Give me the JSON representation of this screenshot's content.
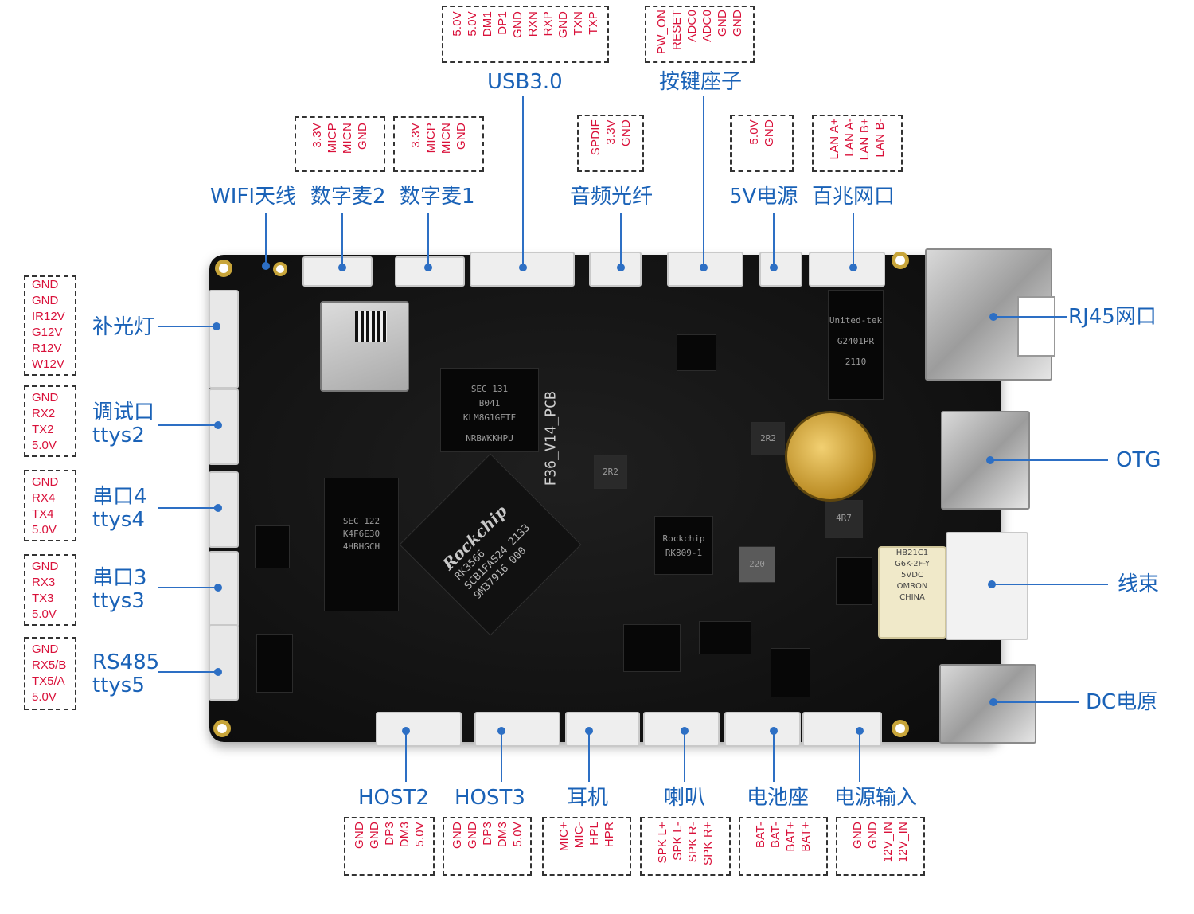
{
  "board": {
    "pcb_name": "F36_V14_PCB",
    "soc_brand": "Rockchip",
    "soc_model": "RK3566",
    "soc_code": "SCB1FAS24 2133",
    "soc_lot": "9M37916 000",
    "flash_chip": [
      "SEC 131",
      "B041",
      "KLM8G1GETF",
      "NRBWKKHPU"
    ],
    "ram_chip": [
      "SEC 122",
      "K4F6E30",
      "4HBHGCH"
    ],
    "magnetics": [
      "United-tek",
      "G2401PR",
      "2110"
    ],
    "pmic": [
      "Rockchip",
      "RK809-1"
    ],
    "inductor_a": "2R2",
    "inductor_b": "2R2",
    "inductor_c": "4R7",
    "inductor_d": "220",
    "relay_lines": [
      "HB21C1",
      "G6K-2F-Y",
      "5VDC",
      "OMRON",
      "CHINA"
    ]
  },
  "top": [
    {
      "key": "wifi",
      "label": "WIFI天线",
      "pins": []
    },
    {
      "key": "mic2",
      "label": "数字麦2",
      "pins": [
        "3.3V",
        "MICP",
        "MICN",
        "GND"
      ]
    },
    {
      "key": "mic1",
      "label": "数字麦1",
      "pins": [
        "3.3V",
        "MICP",
        "MICN",
        "GND"
      ]
    },
    {
      "key": "usb3",
      "label": "USB3.0",
      "pins": [
        "5.0V",
        "5.0V",
        "DM1",
        "DP1",
        "GND",
        "RXN",
        "RXP",
        "GND",
        "TXN",
        "TXP"
      ]
    },
    {
      "key": "spdif",
      "label": "音频光纤",
      "pins": [
        "SPDIF",
        "3.3V",
        "GND"
      ]
    },
    {
      "key": "key",
      "label": "按键座子",
      "pins": [
        "PW_ON",
        "RESET",
        "ADC0",
        "ADC0",
        "GND",
        "GND"
      ]
    },
    {
      "key": "pwr5v",
      "label": "5V电源",
      "pins": [
        "5.0V",
        "GND"
      ]
    },
    {
      "key": "lan",
      "label": "百兆网口",
      "pins": [
        "LAN A+",
        "LAN A-",
        "LAN B+",
        "LAN B-"
      ]
    }
  ],
  "left": [
    {
      "key": "fill",
      "label": [
        "补光灯"
      ],
      "pins": [
        "GND",
        "GND",
        "IR12V",
        "G12V",
        "R12V",
        "W12V"
      ]
    },
    {
      "key": "dbg",
      "label": [
        "调试口",
        "ttys2"
      ],
      "pins": [
        "GND",
        "RX2",
        "TX2",
        "5.0V"
      ]
    },
    {
      "key": "uart4",
      "label": [
        "串口4",
        "ttys4"
      ],
      "pins": [
        "GND",
        "RX4",
        "TX4",
        "5.0V"
      ]
    },
    {
      "key": "uart3",
      "label": [
        "串口3",
        "ttys3"
      ],
      "pins": [
        "GND",
        "RX3",
        "TX3",
        "5.0V"
      ]
    },
    {
      "key": "rs485",
      "label": [
        "RS485",
        "ttys5"
      ],
      "pins": [
        "GND",
        "RX5/B",
        "TX5/A",
        "5.0V"
      ]
    }
  ],
  "right": [
    {
      "key": "rj45",
      "label": "RJ45网口"
    },
    {
      "key": "otg",
      "label": "OTG"
    },
    {
      "key": "harness",
      "label": "线束"
    },
    {
      "key": "dc",
      "label": "DC电原"
    }
  ],
  "bottom": [
    {
      "key": "host2",
      "label": "HOST2",
      "pins": [
        "GND",
        "GND",
        "DP3",
        "DM3",
        "5.0V"
      ]
    },
    {
      "key": "host3",
      "label": "HOST3",
      "pins": [
        "GND",
        "GND",
        "DP3",
        "DM3",
        "5.0V"
      ]
    },
    {
      "key": "ear",
      "label": "耳机",
      "pins": [
        "MIC+",
        "MIC-",
        "HPL",
        "HPR"
      ]
    },
    {
      "key": "spk",
      "label": "喇叭",
      "pins": [
        "SPK L+",
        "SPK L-",
        "SPK R-",
        "SPK R+"
      ]
    },
    {
      "key": "bat",
      "label": "电池座",
      "pins": [
        "BAT-",
        "BAT-",
        "BAT+",
        "BAT+"
      ]
    },
    {
      "key": "pin",
      "label": "电源输入",
      "pins": [
        "GND",
        "GND",
        "12V_IN",
        "12V_IN"
      ]
    }
  ],
  "colors": {
    "label": "#1a62b7",
    "pin": "#d9113a",
    "leader": "#2d6fc4",
    "board": "#141414"
  }
}
